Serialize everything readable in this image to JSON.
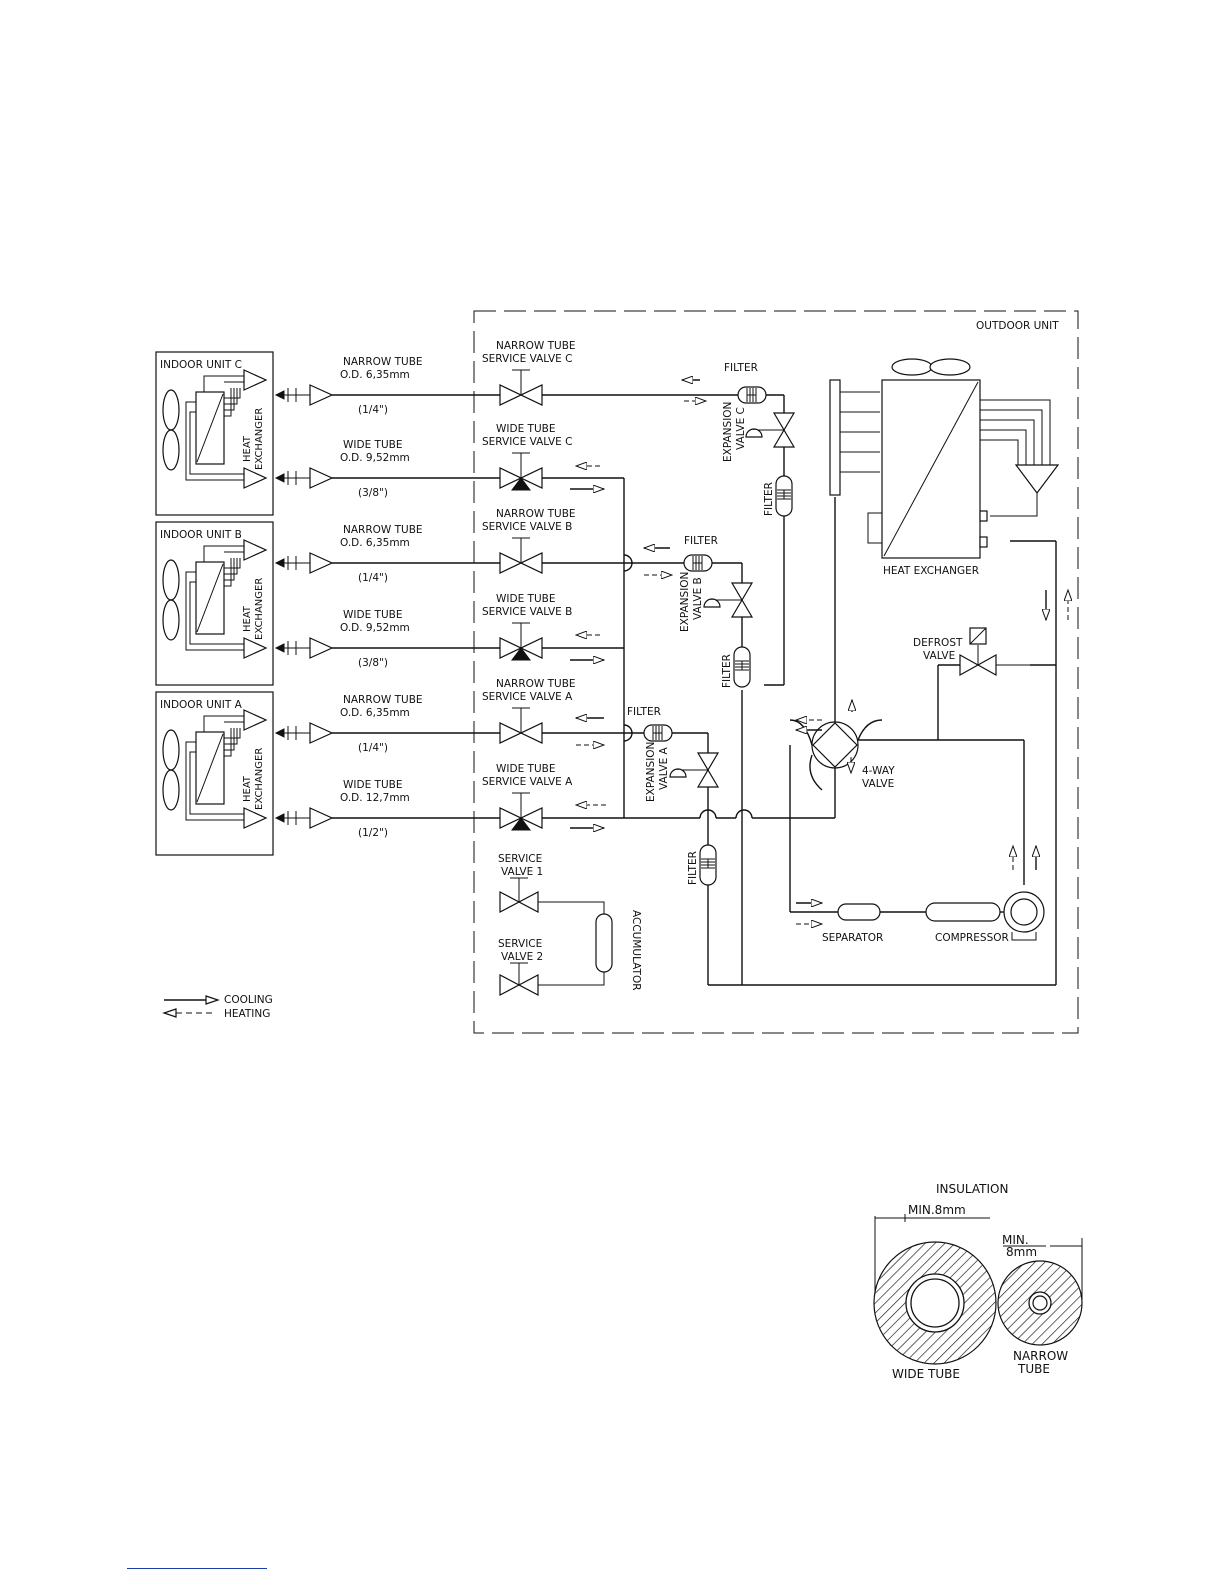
{
  "legend": {
    "cooling": "COOLING",
    "heating": "HEATING"
  },
  "outdoor_unit": {
    "title": "OUTDOOR UNIT",
    "heat_exchanger": "HEAT EXCHANGER",
    "defrost_valve": [
      "DEFROST",
      "VALVE"
    ],
    "four_way_valve": [
      "4-WAY",
      "VALVE"
    ],
    "separator": "SEPARATOR",
    "compressor": "COMPRESSOR",
    "accumulator": "ACCUMULATOR",
    "service_valve_1": [
      "SERVICE",
      "VALVE 1"
    ],
    "service_valve_2": [
      "SERVICE",
      "VALVE 2"
    ],
    "filter": "FILTER"
  },
  "indoor_units": [
    {
      "title": "INDOOR UNIT C",
      "heat_exchanger": [
        "HEAT",
        "EXCHANGER"
      ]
    },
    {
      "title": "INDOOR UNIT B",
      "heat_exchanger": [
        "HEAT",
        "EXCHANGER"
      ]
    },
    {
      "title": "INDOOR UNIT A",
      "heat_exchanger": [
        "HEAT",
        "EXCHANGER"
      ]
    }
  ],
  "tubes": [
    {
      "name": "NARROW TUBE",
      "od": "O.D. 6,35mm",
      "inch": "(1/4\")"
    },
    {
      "name": "WIDE TUBE",
      "od": "O.D. 9,52mm",
      "inch": "(3/8\")"
    },
    {
      "name": "NARROW TUBE",
      "od": "O.D. 6,35mm",
      "inch": "(1/4\")"
    },
    {
      "name": "WIDE TUBE",
      "od": "O.D. 9,52mm",
      "inch": "(3/8\")"
    },
    {
      "name": "NARROW TUBE",
      "od": "O.D. 6,35mm",
      "inch": "(1/4\")"
    },
    {
      "name": "WIDE TUBE",
      "od": "O.D. 12,7mm",
      "inch": "(1/2\")"
    }
  ],
  "service_valves": [
    [
      "NARROW TUBE",
      "SERVICE VALVE C"
    ],
    [
      "WIDE TUBE",
      "SERVICE VALVE C"
    ],
    [
      "NARROW TUBE",
      "SERVICE VALVE B"
    ],
    [
      "WIDE TUBE",
      "SERVICE VALVE B"
    ],
    [
      "NARROW TUBE",
      "SERVICE VALVE A"
    ],
    [
      "WIDE TUBE",
      "SERVICE VALVE A"
    ]
  ],
  "expansion_valves": [
    [
      "EXPANSION",
      "VALVE C"
    ],
    [
      "EXPANSION",
      "VALVE B"
    ],
    [
      "EXPANSION",
      "VALVE A"
    ]
  ],
  "insulation": {
    "title": "INSULATION",
    "min_wide": "MIN.8mm",
    "min_narrow": [
      "MIN.",
      "8mm"
    ],
    "wide_tube": "WIDE TUBE",
    "narrow_tube": [
      "NARROW",
      "TUBE"
    ]
  }
}
